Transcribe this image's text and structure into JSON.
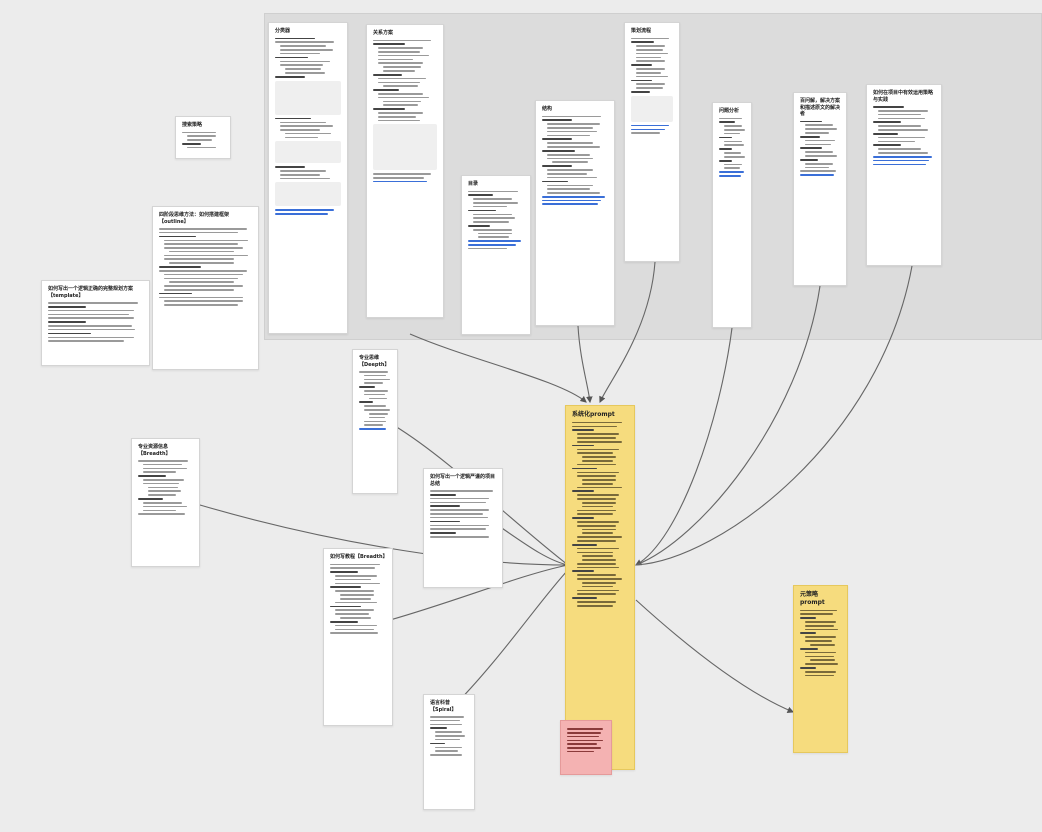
{
  "canvas": {
    "background": "#ececec",
    "group_color": "#dcdcdc",
    "edge_color": "#666666",
    "hub_color": "#f6dc7e",
    "note_color": "#f4b2b2"
  },
  "nodes": [
    {
      "id": "n1",
      "title": "分类器",
      "style": "white",
      "size": "small"
    },
    {
      "id": "n2",
      "title": "关系方案",
      "style": "white",
      "size": "small"
    },
    {
      "id": "n3",
      "title": "策划流程",
      "style": "white",
      "size": "small"
    },
    {
      "id": "n4",
      "title": "搜索策略",
      "style": "white",
      "size": "small"
    },
    {
      "id": "n5",
      "title": "结构",
      "style": "white",
      "size": "small"
    },
    {
      "id": "n6",
      "title": "目录",
      "style": "white",
      "size": "small"
    },
    {
      "id": "n7",
      "title": "问题分析",
      "style": "white",
      "size": "small"
    },
    {
      "id": "n8",
      "title": "百问解，解决方案和描述原文的解决者",
      "style": "white",
      "size": "small"
    },
    {
      "id": "n9",
      "title": "如何在项目中有效运用策略与实践",
      "style": "white",
      "size": "small"
    },
    {
      "id": "n10",
      "title": "如何写出一个逻辑正确的完整规划方案【template】",
      "style": "white",
      "size": "small"
    },
    {
      "id": "n11",
      "title": "四阶段思维方法：如何搭建框架【outline】",
      "style": "white",
      "size": "small"
    },
    {
      "id": "n12",
      "title": "专业思维【Deepth】",
      "style": "white",
      "size": "small"
    },
    {
      "id": "n13",
      "title": "专业资源信息【Breadth】",
      "style": "white",
      "size": "small"
    },
    {
      "id": "n14",
      "title": "如何写出一个逻辑严谨的项目 总结",
      "style": "white",
      "size": "small"
    },
    {
      "id": "n15",
      "title": "如何写教程【Breadth】",
      "style": "white",
      "size": "small"
    },
    {
      "id": "n16",
      "title": "语言科普【Spiral】",
      "style": "white",
      "size": "small"
    },
    {
      "id": "n17",
      "title": "系统化prompt",
      "style": "yellow",
      "size": "large"
    },
    {
      "id": "n18",
      "title": "元策略prompt",
      "style": "yellow",
      "size": "large"
    },
    {
      "id": "n19",
      "title": "",
      "style": "pink",
      "size": "small"
    }
  ]
}
